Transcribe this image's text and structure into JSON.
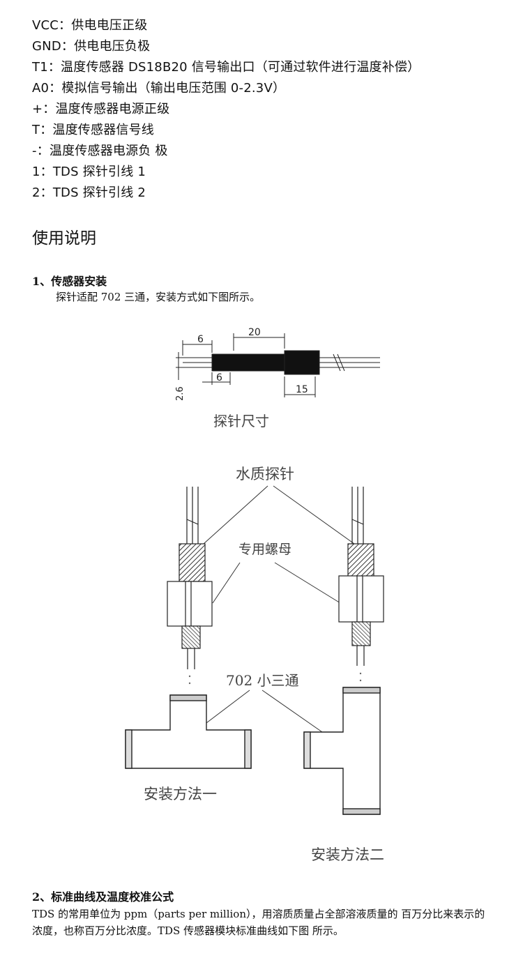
{
  "pins": [
    "VCC：供电电压正级",
    "GND：供电电压负极",
    "T1：温度传感器 DS18B20 信号输出口（可通过软件进行温度补偿）",
    "A0：模拟信号输出（输出电压范围 0-2.3V）",
    "+：温度传感器电源正级",
    "T：温度传感器信号线",
    "-：温度传感器电源负 极",
    "1：TDS 探针引线 1",
    "2：TDS 探针引线 2"
  ],
  "usage_title": "使用说明",
  "section1": {
    "title": "1、传感器安装",
    "note": "探针适配  702  三通，安装方式如下图所示。"
  },
  "figure": {
    "dims": {
      "total": "20",
      "top_left": "6",
      "bottom_left": "6",
      "right": "15",
      "height": "2.6"
    },
    "probe_size_label": "探针尺寸",
    "water_probe_label": "水质探针",
    "nut_label": "专用螺母",
    "tee_label": "702 小三通",
    "method1_label": "安装方法一",
    "method2_label": "安装方法二"
  },
  "section2": {
    "title": "2、标准曲线及温度校准公式",
    "paragraph": "TDS  的常用单位为  ppm（parts per million），用溶质质量占全部溶液质量的  百万分比来表示的浓度，也称百万分比浓度。TDS  传感器模块标准曲线如下图  所示。"
  }
}
